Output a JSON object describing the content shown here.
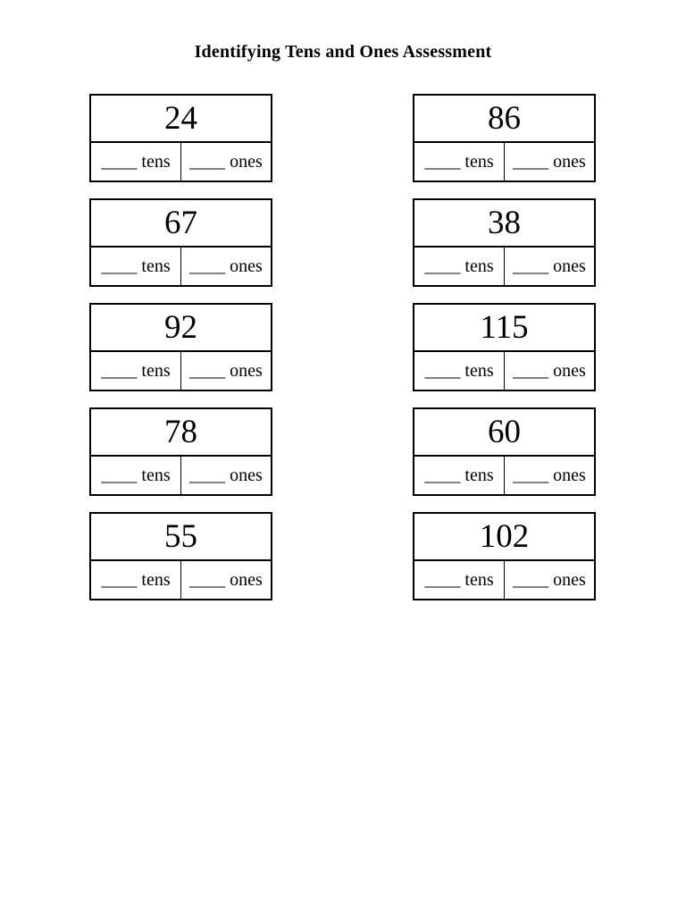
{
  "title": "Identifying Tens and Ones Assessment",
  "labels": {
    "blank": "____",
    "tens": "tens",
    "ones": "ones"
  },
  "problems": [
    {
      "number": "24"
    },
    {
      "number": "86"
    },
    {
      "number": "67"
    },
    {
      "number": "38"
    },
    {
      "number": "92"
    },
    {
      "number": "115"
    },
    {
      "number": "78"
    },
    {
      "number": "60"
    },
    {
      "number": "55"
    },
    {
      "number": "102"
    }
  ],
  "colors": {
    "text": "#000000",
    "border": "#000000",
    "background": "#ffffff"
  }
}
